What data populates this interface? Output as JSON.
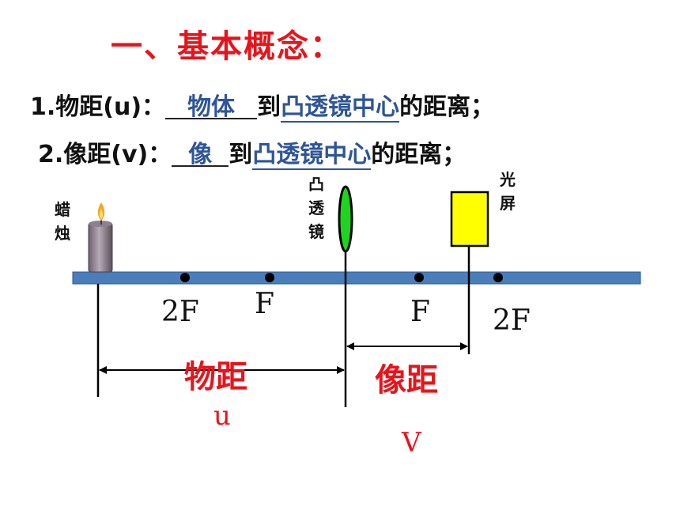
{
  "title": "一、基本概念：",
  "definitions": {
    "object_distance": {
      "prefix": "1.物距(u)：",
      "blank": "物体",
      "to": "到",
      "lens_center": "凸透镜中心",
      "suffix": "的距离；"
    },
    "image_distance": {
      "prefix": "2.像距(v)：",
      "blank": "像",
      "to": "到",
      "lens_center": "凸透镜中心",
      "suffix": "的距离；"
    }
  },
  "labels": {
    "candle": "蜡烛",
    "lens": "凸透镜",
    "screen": "光屏",
    "two_f_left": "2F",
    "f_left": "F",
    "f_right": "F",
    "two_f_right": "2F",
    "object_distance": "物距",
    "object_symbol": "u",
    "image_distance": "像距",
    "image_symbol": "V"
  },
  "colors": {
    "title_red": "#e8141b",
    "link_blue": "#2f5597",
    "axis_blue": "#4a7ebb",
    "lens_green": "#1fd41f",
    "screen_yellow": "#ffff00"
  }
}
